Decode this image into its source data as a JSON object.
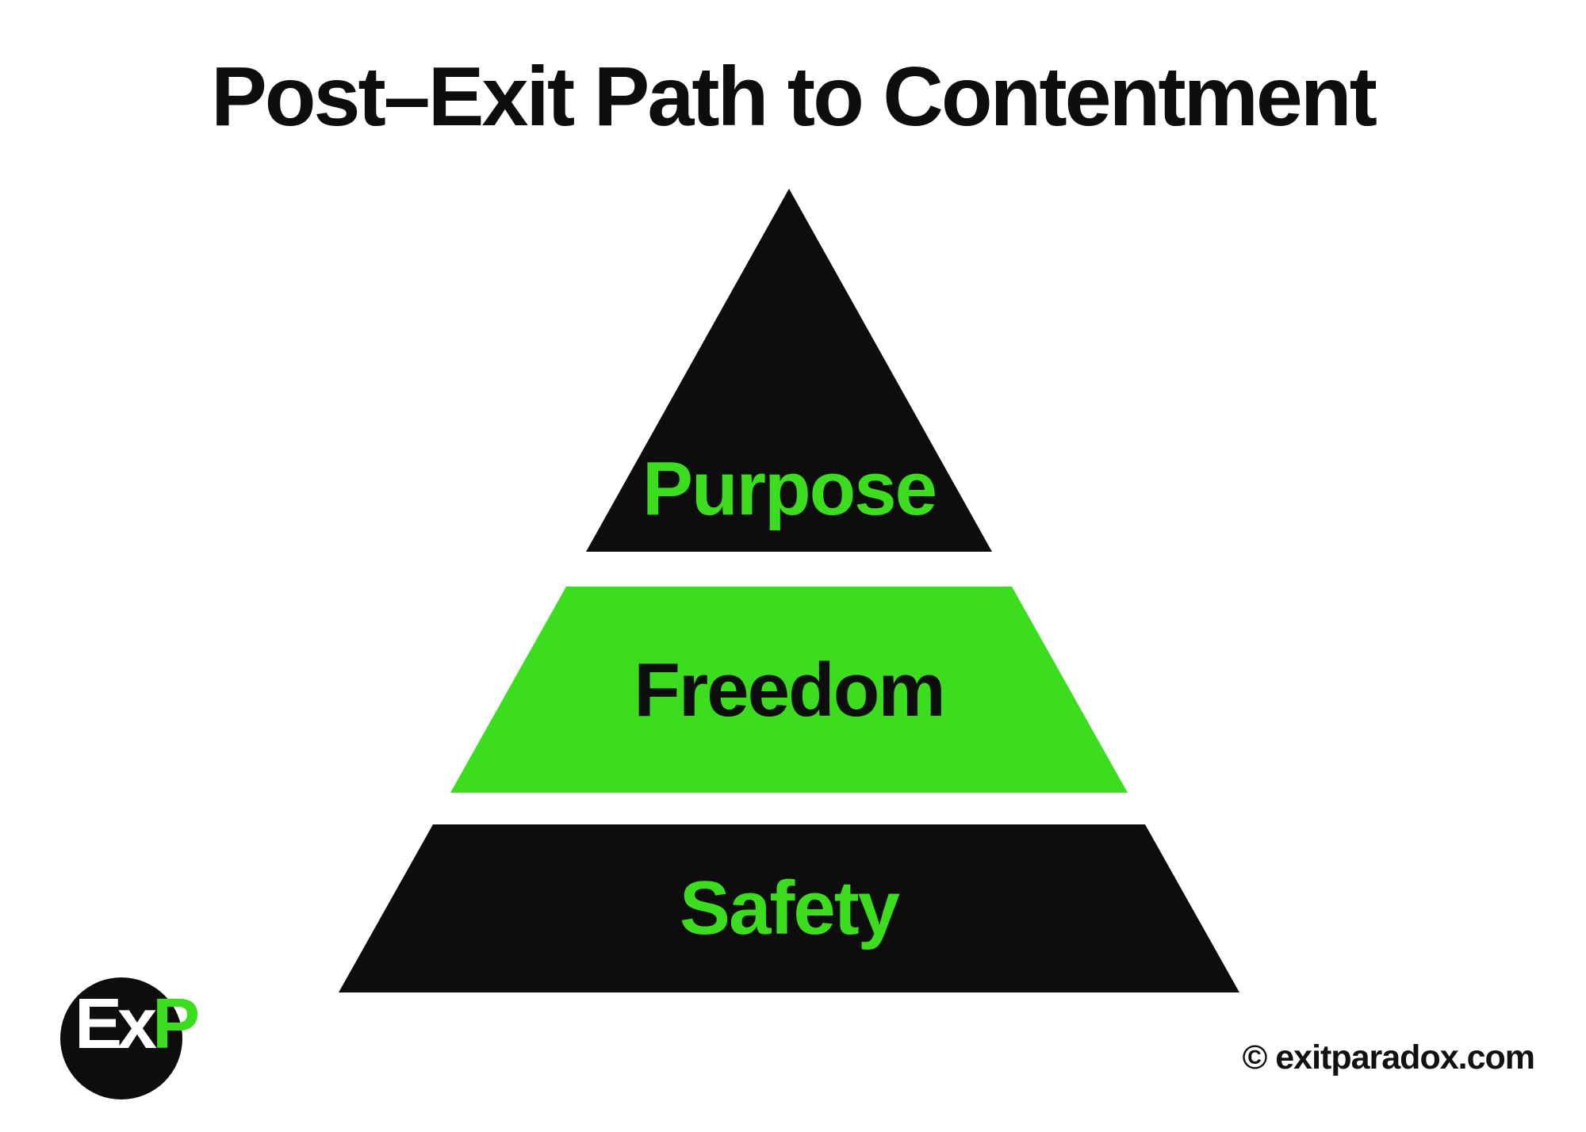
{
  "title": "Post–Exit Path to Contentment",
  "pyramid": {
    "description": "three-tier pyramid diagram",
    "tiers": [
      {
        "label": "Purpose",
        "bg": "#0d0d0d",
        "text_color": "#3cdc1e",
        "position": "top"
      },
      {
        "label": "Freedom",
        "bg": "#3cdc1e",
        "text_color": "#0d0d0d",
        "position": "middle"
      },
      {
        "label": "Safety",
        "bg": "#0d0d0d",
        "text_color": "#3cdc1e",
        "position": "bottom"
      }
    ]
  },
  "logo": {
    "text_ex": "Ex",
    "text_p": "P",
    "circle_color": "#0d0d0d"
  },
  "footer": {
    "copyright": "© exitparadox.com"
  },
  "colors": {
    "accent_green": "#3cdc1e",
    "ink_black": "#0d0d0d",
    "background": "#ffffff"
  }
}
